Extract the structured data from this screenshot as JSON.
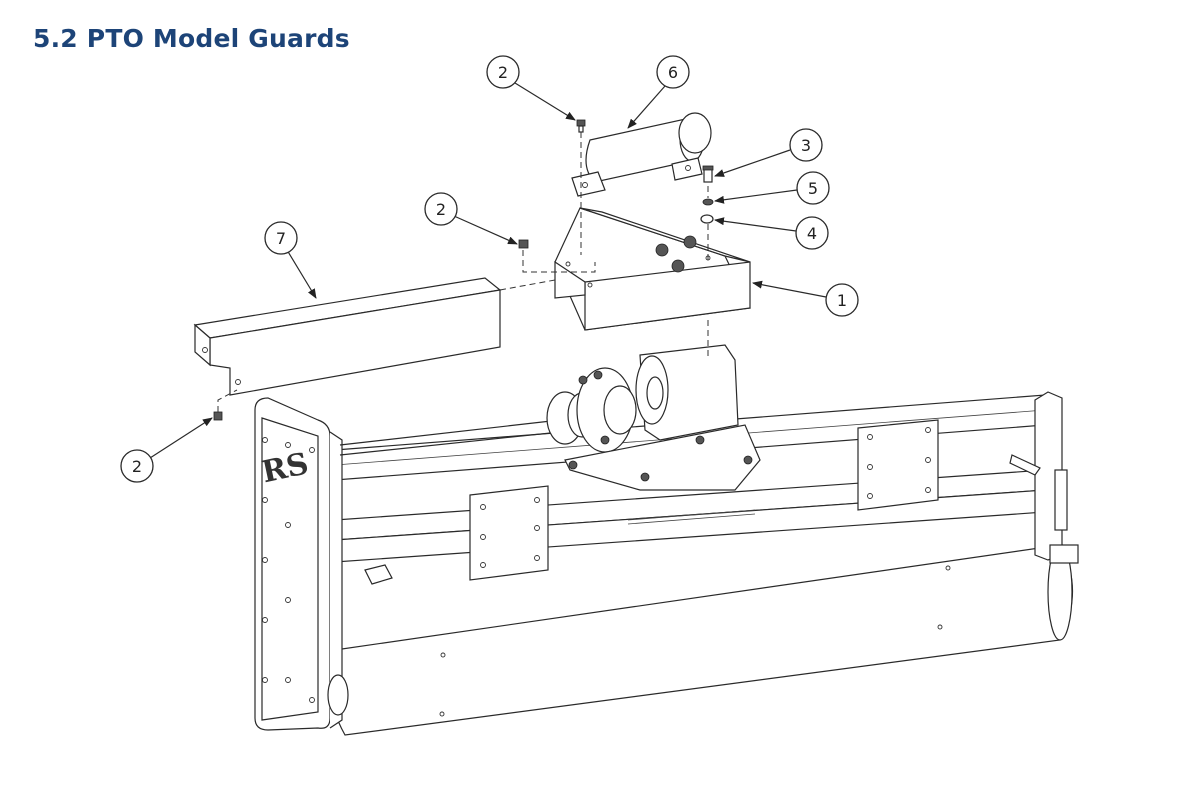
{
  "page": {
    "title": "5.2 PTO Model Guards"
  },
  "callouts": [
    {
      "label": "2"
    },
    {
      "label": "6"
    },
    {
      "label": "3"
    },
    {
      "label": "5"
    },
    {
      "label": "4"
    },
    {
      "label": "2"
    },
    {
      "label": "1"
    },
    {
      "label": "7"
    },
    {
      "label": "2"
    }
  ]
}
